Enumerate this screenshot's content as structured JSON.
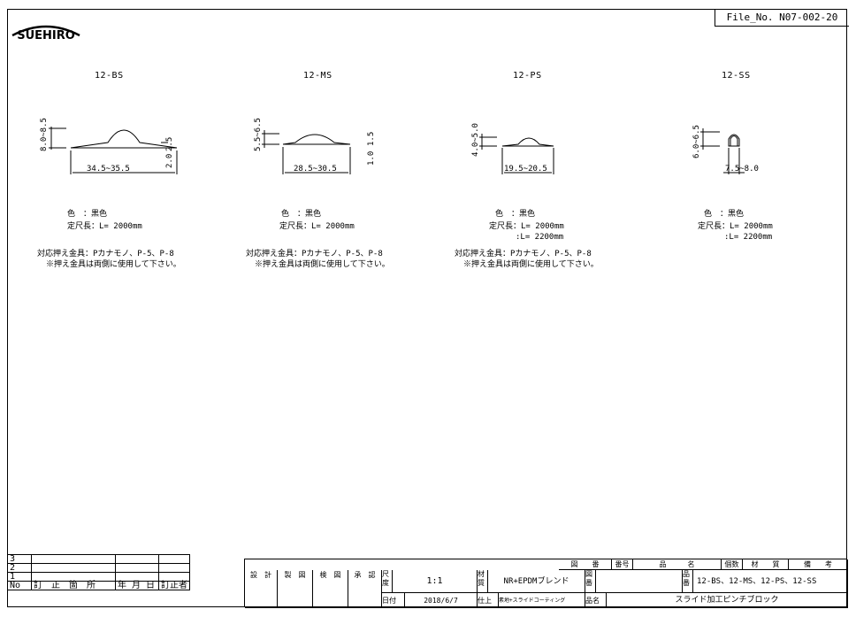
{
  "header": {
    "logo_text": "SUEHIRO",
    "file_no": "File_No. N07-002-20"
  },
  "parts": [
    {
      "name": "12-BS",
      "dims": {
        "height": "8.0~8.5",
        "thickness": "2.5",
        "edge": "2.0",
        "width": "34.5~35.5"
      },
      "color": "色　：黒色",
      "length_label": "定尺長：",
      "lengths": [
        "L= 2000mm"
      ],
      "fitting_label": "対応押え金具：",
      "fittings": "Pカナモノ、P-5、P-8",
      "note": "※押え金具は両側に使用して下さい。"
    },
    {
      "name": "12-MS",
      "dims": {
        "height": "5.5~6.5",
        "thickness": "1.5",
        "edge": "1.0",
        "width": "28.5~30.5"
      },
      "color": "色　：黒色",
      "length_label": "定尺長：",
      "lengths": [
        "L= 2000mm"
      ],
      "fitting_label": "対応押え金具：",
      "fittings": "Pカナモノ、P-5、P-8",
      "note": "※押え金具は両側に使用して下さい。"
    },
    {
      "name": "12-PS",
      "dims": {
        "height": "4.0~5.0",
        "width": "19.5~20.5"
      },
      "color": "色　：黒色",
      "length_label": "定尺長：",
      "lengths": [
        "L= 2000mm",
        ":L= 2200mm"
      ],
      "fitting_label": "対応押え金具：",
      "fittings": "Pカナモノ、P-5、P-8",
      "note": "※押え金具は両側に使用して下さい。"
    },
    {
      "name": "12-SS",
      "dims": {
        "height": "6.0~6.5",
        "width": "7.5~8.0"
      },
      "color": "色　：黒色",
      "length_label": "定尺長：",
      "lengths": [
        "L= 2000mm",
        ":L= 2200mm"
      ]
    }
  ],
  "revision_table": {
    "rows": [
      "3",
      "2",
      "1"
    ],
    "header": [
      "No",
      "訂　正　箇　所",
      "年 月 日",
      "訂正者"
    ]
  },
  "title_block": {
    "sign_labels": [
      "設　計",
      "製　図",
      "検　図",
      "承　認"
    ],
    "scale_label": "尺度",
    "scale_value": "1:1",
    "material_label": "材質",
    "material_value": "NR+EPDMブレンド",
    "finish_label": "仕上",
    "finish_value": "素地+スライドコーティング",
    "date_label": "日付",
    "date_value": "2018/6/7",
    "drawing_label": "図番",
    "part_no_label": "品番",
    "part_no_value": "12-BS、12-MS、12-PS、12-SS",
    "name_label": "品名",
    "name_value": "スライド加工ピンチブロック",
    "bom_headers": [
      "図　　番",
      "番号",
      "品　　　名",
      "個数",
      "材　　質",
      "備　　考"
    ]
  }
}
